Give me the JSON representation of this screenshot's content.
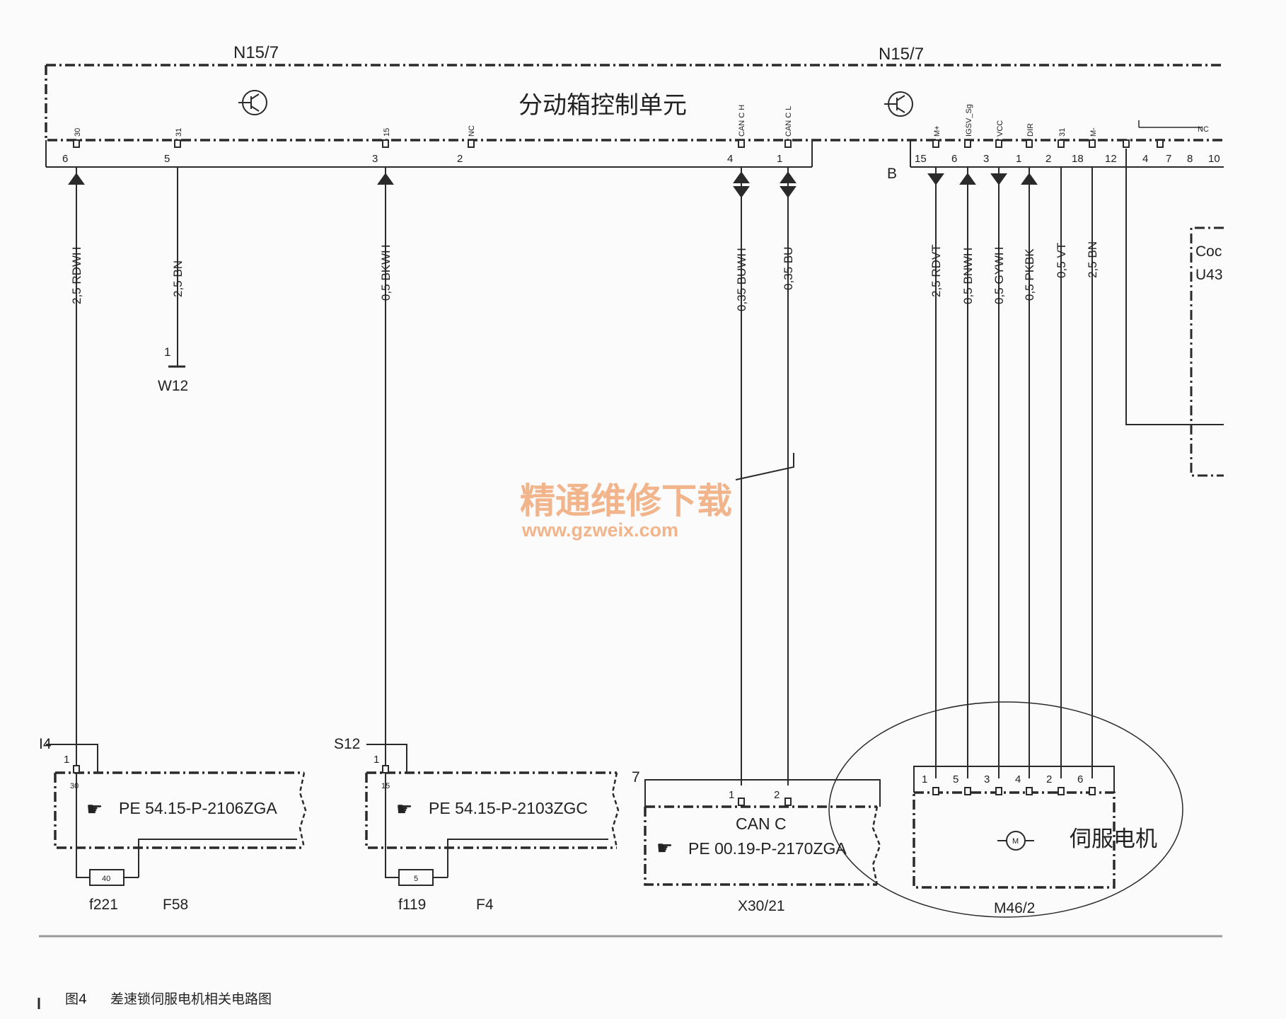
{
  "colors": {
    "ink": "#2a2a2a",
    "watermark": "#f2b48a",
    "paper": "#fbfbfb"
  },
  "header": {
    "ref_left": "N15/7",
    "ref_right": "N15/7",
    "unit_name": "分动箱控制单元",
    "connector_b": "B",
    "nc_label_left": "NC",
    "nc_label_right": "NC"
  },
  "left_pins": [
    {
      "num": "6",
      "func": "30",
      "wire": "2,5 RDWH"
    },
    {
      "num": "5",
      "func": "31",
      "wire": "2,5 BN"
    },
    {
      "num": "3",
      "func": "15",
      "wire": "0,5 BKWH"
    },
    {
      "num": "2",
      "func": "NC",
      "wire": ""
    },
    {
      "num": "4",
      "func": "CAN C H",
      "wire": "0,35 BUWH"
    },
    {
      "num": "1",
      "func": "CAN C L",
      "wire": "0,35 BU"
    }
  ],
  "right_pins": [
    {
      "num": "15",
      "func": "M+",
      "wire": "2,5 RDVT"
    },
    {
      "num": "6",
      "func": "IGSV_Sg",
      "wire": "0,5 BNWH"
    },
    {
      "num": "3",
      "func": "VCC",
      "wire": "0,5 GYWH"
    },
    {
      "num": "1",
      "func": "DIR",
      "wire": "0,5 PKBK"
    },
    {
      "num": "2",
      "func": "31",
      "wire": "0,5 VT"
    },
    {
      "num": "18",
      "func": "M-",
      "wire": "2,5 BN"
    },
    {
      "num": "12",
      "func": "",
      "wire": ""
    },
    {
      "num": "4",
      "func": "",
      "wire": ""
    },
    {
      "num": "7",
      "func": "",
      "wire": ""
    },
    {
      "num": "8",
      "func": "",
      "wire": ""
    },
    {
      "num": "10",
      "func": "",
      "wire": ""
    }
  ],
  "ground": {
    "pin": "1",
    "label": "W12"
  },
  "cutoff_box": {
    "line1": "Coc",
    "line2": "U43"
  },
  "watermark": {
    "title": "精通维修下载",
    "url": "www.gzweix.com"
  },
  "fuse_blocks": [
    {
      "ref": "I4",
      "pin_top": "1",
      "pin_inner": "30",
      "doc": "PE 54.15-P-2106ZGA",
      "fuse_value": "40",
      "fuse_id": "f221",
      "block_id": "F58"
    },
    {
      "ref": "S12",
      "pin_top": "1",
      "pin_inner": "15",
      "doc": "PE 54.15-P-2103ZGC",
      "fuse_value": "5",
      "fuse_id": "f119",
      "block_id": "F4"
    }
  ],
  "can_block": {
    "ref": "7",
    "pin1": "1",
    "pin2": "2",
    "title": "CAN C",
    "doc": "PE 00.19-P-2170ZGA",
    "id": "X30/21"
  },
  "motor": {
    "pins": [
      "1",
      "5",
      "3",
      "4",
      "2",
      "6"
    ],
    "symbol": "M",
    "label": "伺服电机",
    "id": "M46/2"
  },
  "caption": {
    "fig": "图4",
    "text": "差速锁伺服电机相关电路图"
  }
}
